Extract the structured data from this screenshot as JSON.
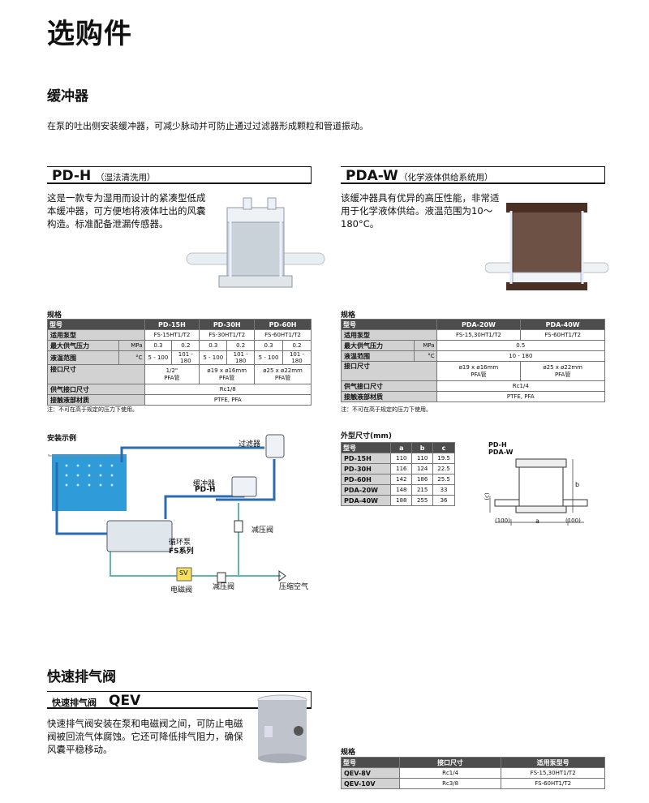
{
  "page_title": "选购件",
  "dampener": {
    "heading": "缓冲器",
    "intro": "在泵的吐出侧安装缓冲器，可减少脉动并可防止通过过滤器形成颗粒和管道振动。",
    "pdh": {
      "name": "PD-H",
      "subtitle": "（湿法清洗用）",
      "desc": "这是一款专为湿用而设计的紧凑型低成本缓冲器，可方便地将液体吐出的风囊构造。标准配备泄漏传感器。"
    },
    "pdaw": {
      "name": "PDA-W",
      "subtitle": "（化学液体供给系统用）",
      "desc": "该缓冲器具有优异的高压性能，非常适用于化学液体供给。液温范围为10～180°C。"
    },
    "spec_caption": "规格",
    "note": "注：不可在高于规定的压力下使用。",
    "spec_pdh": {
      "h": [
        "型号",
        "PD-15H",
        "PD-30H",
        "PD-60H"
      ],
      "pump_label": "适用泵型",
      "pump": [
        "FS-15HT1/T2",
        "FS-30HT1/T2",
        "FS-60HT1/T2"
      ],
      "press_label": "最大供气压力",
      "press_unit": "MPa",
      "press": [
        "0.3",
        "0.2",
        "0.3",
        "0.2",
        "0.3",
        "0.2"
      ],
      "temp_label": "液温范围",
      "temp_unit": "°C",
      "temp": [
        "5 - 100",
        "101 - 180",
        "5 - 100",
        "101 - 180",
        "5 - 100",
        "101 - 180"
      ],
      "port_label": "接口尺寸",
      "port": [
        [
          "1/2\"",
          "PFA管"
        ],
        [
          "ø19 x ø16mm",
          "PFA管"
        ],
        [
          "ø25 x ø22mm",
          "PFA管"
        ]
      ],
      "air_label": "供气接口尺寸",
      "air": "Rc1/8",
      "mat_label": "接触液部材质",
      "mat": "PTFE, PFA"
    },
    "spec_pdaw": {
      "h": [
        "型号",
        "PDA-20W",
        "PDA-40W"
      ],
      "pump_label": "适用泵型",
      "pump": [
        "FS-15,30HT1/T2",
        "FS-60HT1/T2"
      ],
      "press_label": "最大供气压力",
      "press_unit": "MPa",
      "press": "0.5",
      "temp_label": "液温范围",
      "temp_unit": "°C",
      "temp": "10 - 180",
      "port_label": "接口尺寸",
      "port": [
        [
          "ø19 x ø16mm",
          "PFA管"
        ],
        [
          "ø25 x ø22mm",
          "PFA管"
        ]
      ],
      "air_label": "供气接口尺寸",
      "air": "Rc1/4",
      "mat_label": "接触液部材质",
      "mat": "PTFE, PFA"
    },
    "install": {
      "caption": "安装示例",
      "filter": "过滤器",
      "dampener": "缓冲器",
      "dampener_model": "PD-H",
      "pump": "循环泵",
      "pump_series": "FS系列",
      "reducer1": "减压阀",
      "reducer2": "减压阀",
      "sv": "SV",
      "solenoid": "电磁阀",
      "air": "压缩空气"
    },
    "dims": {
      "caption": "外型尺寸(mm)",
      "h": [
        "型号",
        "a",
        "b",
        "c"
      ],
      "rows": [
        [
          "PD-15H",
          "110",
          "110",
          "19.5"
        ],
        [
          "PD-30H",
          "116",
          "124",
          "22.5"
        ],
        [
          "PD-60H",
          "142",
          "186",
          "25.5"
        ],
        [
          "PDA-20W",
          "148",
          "215",
          "33"
        ],
        [
          "PDA-40W",
          "188",
          "255",
          "36"
        ]
      ],
      "drawing_label1": "PD-H",
      "drawing_label2": "PDA-W",
      "dim_a": "a",
      "dim_b": "b",
      "dim_c": "(c)",
      "dim_100_left": "(100)",
      "dim_100_right": "(100)"
    }
  },
  "qev": {
    "heading": "快速排气阀",
    "box_label": "快速排气阀",
    "box_name": "QEV",
    "desc": "快速排气阀安装在泵和电磁阀之间，可防止电磁阀被回流气体腐蚀。它还可降低排气阻力，确保风囊平稳移动。",
    "spec_caption": "规格",
    "h": [
      "型号",
      "接口尺寸",
      "适用泵型号"
    ],
    "rows": [
      [
        "QEV-8V",
        "Rc1/4",
        "FS-15,30HT1/T2"
      ],
      [
        "QEV-10V",
        "Rc3/8",
        "FS-60HT1/T2"
      ]
    ]
  },
  "colors": {
    "pipe_blue": "#2b6cb0",
    "pipe_teal": "#5fb8ad",
    "tank_blue": "#2f9bd8",
    "header_gray": "#4d4d4d",
    "label_gray": "#d2d2d2"
  }
}
